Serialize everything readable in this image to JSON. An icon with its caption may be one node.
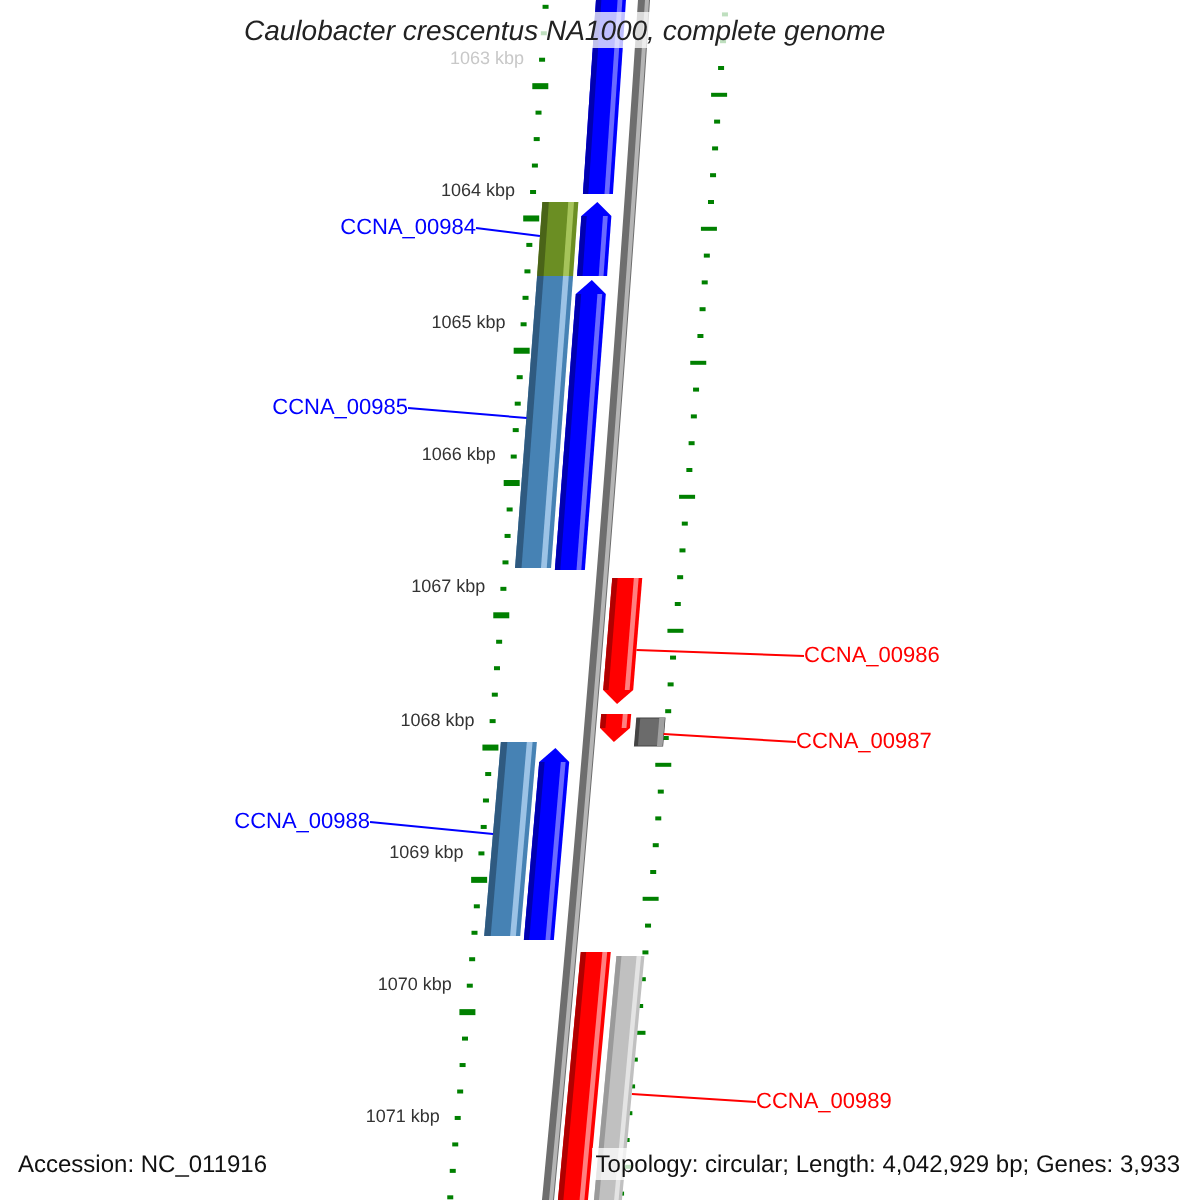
{
  "diagram": {
    "title": "Caulobacter crescentus NA1000, complete genome",
    "nodes": [
      {
        "text": [
          "CCNA_00984"
        ]
      },
      {
        "text": [],
        "shape": "bar"
      },
      {
        "text": [
          "CCNA_00985"
        ]
      },
      {
        "text": [],
        "shape": "bar"
      },
      {
        "text": [
          "CCNA_00986"
        ]
      },
      {
        "text": [],
        "shape": "bar"
      },
      {
        "text": [
          "CCNA_00987"
        ]
      },
      {
        "text": [],
        "shape": "box"
      },
      {
        "text": [
          "CCNA_00988"
        ]
      },
      {
        "text": [],
        "shape": "bar"
      },
      {
        "text": [
          "CCNA_00989"
        ]
      },
      {
        "text": [],
        "shape": "bar"
      }
    ],
    "edges": [
      {
        "from": 0,
        "to": 1,
        "arrow": "none",
        "color": "#0000ff"
      },
      {
        "from": 2,
        "to": 3,
        "arrow": "none",
        "color": "#0000ff"
      },
      {
        "from": 4,
        "to": 5,
        "arrow": "none",
        "color": "#ff0000"
      },
      {
        "from": 6,
        "to": 7,
        "arrow": "none",
        "color": "#ff0000"
      },
      {
        "from": 8,
        "to": 9,
        "arrow": "none",
        "color": "#0000ff"
      },
      {
        "from": 10,
        "to": 11,
        "arrow": "none",
        "color": "#ff0000"
      }
    ],
    "labels": [
      "1063 kbp",
      "1064 kbp",
      "1065 kbp",
      "1066 kbp",
      "1067 kbp",
      "1068 kbp",
      "1069 kbp",
      "1070 kbp",
      "1071 kbp",
      "Accession: NC_011916",
      "Topology: circular; Length: 4,042,929 bp; Genes: 3,933"
    ]
  }
}
